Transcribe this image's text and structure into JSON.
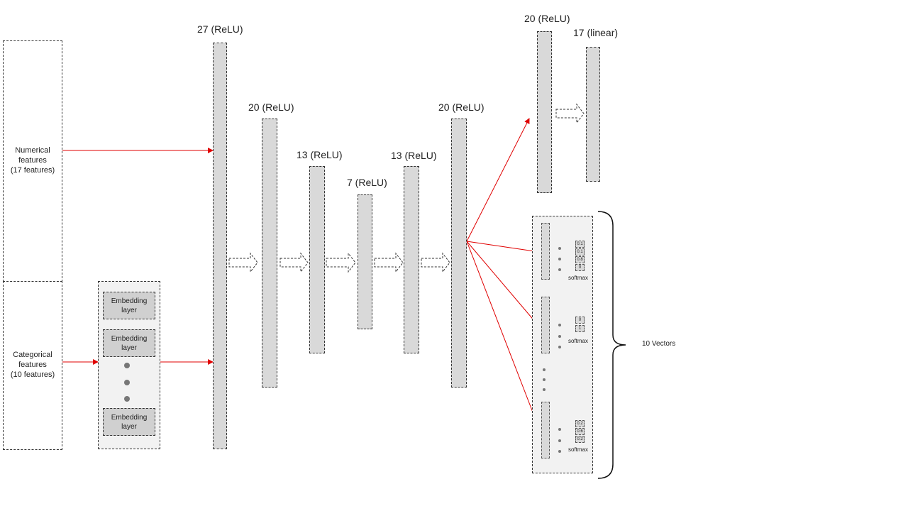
{
  "inputs": {
    "numerical": {
      "line1": "Numerical",
      "line2": "features",
      "line3": "(17 features)"
    },
    "categorical": {
      "line1": "Categorical",
      "line2": "features",
      "line3": "(10 features)"
    }
  },
  "embedding": {
    "layers": [
      {
        "line1": "Embedding",
        "line2": "layer"
      },
      {
        "line1": "Embedding",
        "line2": "layer"
      },
      {
        "line1": "Embedding",
        "line2": "layer"
      }
    ]
  },
  "layers": [
    {
      "label": "27 (ReLU)",
      "units": 27,
      "activation": "ReLU"
    },
    {
      "label": "20 (ReLU)",
      "units": 20,
      "activation": "ReLU"
    },
    {
      "label": "13 (ReLU)",
      "units": 13,
      "activation": "ReLU"
    },
    {
      "label": "7 (ReLU)",
      "units": 7,
      "activation": "ReLU"
    },
    {
      "label": "13 (ReLU)",
      "units": 13,
      "activation": "ReLU"
    },
    {
      "label": "20 (ReLU)",
      "units": 20,
      "activation": "ReLU"
    }
  ],
  "numeric_head": [
    {
      "label": "20 (ReLU)",
      "units": 20,
      "activation": "ReLU"
    },
    {
      "label": "17 (linear)",
      "units": 17,
      "activation": "linear"
    }
  ],
  "categorical_head": {
    "brace_label": "10 Vectors",
    "softmax_label": "softmax",
    "vectors": [
      {
        "probs": [
          "0.1",
          "0.1",
          "0.8",
          "0"
        ]
      },
      {
        "probs": [
          "0",
          "1"
        ]
      },
      {
        "probs": [
          "0.2",
          "0.6",
          "0.2"
        ]
      }
    ]
  },
  "colors": {
    "connection": "#e00000",
    "layer_fill": "#d9d9d9",
    "group_fill": "#f2f2f2"
  },
  "icons": {
    "flow_arrow": "hollow-dashed-arrow"
  }
}
